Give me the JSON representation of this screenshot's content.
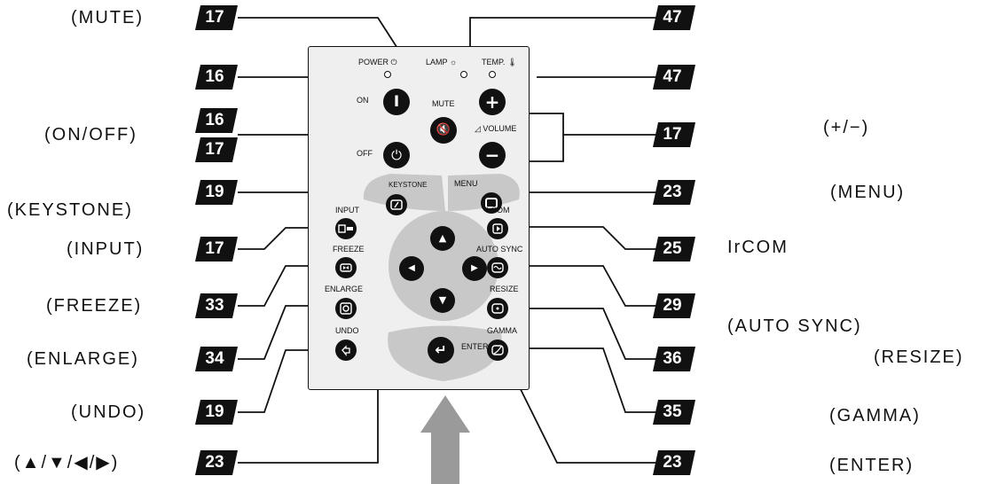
{
  "callouts": {
    "mute": "(MUTE)",
    "on_off": "(ON/OFF)",
    "keystone": "(KEYSTONE)",
    "input": "(INPUT)",
    "freeze": "(FREEZE)",
    "enlarge": "(ENLARGE)",
    "undo": "(UNDO)",
    "arrows": "(▲/▼/◀/▶)",
    "volume": "(+/−)",
    "menu": "(MENU)",
    "ircom": "IrCOM",
    "auto_sync": "(AUTO SYNC)",
    "resize": "(RESIZE)",
    "gamma": "(GAMMA)",
    "enter": "(ENTER)"
  },
  "page_numbers": {
    "mute": "17",
    "power": "16",
    "on_off_1": "16",
    "on_off_2": "17",
    "keystone": "19",
    "input": "17",
    "freeze": "33",
    "enlarge": "34",
    "undo": "19",
    "arrows": "23",
    "lamp": "47",
    "temp": "47",
    "volume": "17",
    "menu": "23",
    "ircom": "25",
    "auto_sync": "29",
    "resize": "36",
    "gamma": "35",
    "enter": "23"
  },
  "remote": {
    "power_label": "POWER ⏻",
    "lamp_label": "LAMP ☼",
    "temp_label": "TEMP. 🌡",
    "on_label": "ON",
    "off_label": "OFF",
    "mute_label": "MUTE",
    "volume_label": "◿ VOLUME",
    "keystone_label": "KEYSTONE",
    "menu_label": "MENU",
    "input_label": "INPUT",
    "ircom_label": "IrCOM",
    "freeze_label": "FREEZE",
    "auto_sync_label": "AUTO SYNC",
    "enlarge_label": "ENLARGE",
    "resize_label": "RESIZE",
    "undo_label": "UNDO",
    "gamma_label": "GAMMA",
    "enter_label": "ENTER",
    "on_glyph": "I",
    "off_glyph": "⏻",
    "mute_glyph": "🔇",
    "vol_up_glyph": "+",
    "vol_down_glyph": "−",
    "up_glyph": "▲",
    "down_glyph": "▼",
    "left_glyph": "◀",
    "right_glyph": "▶",
    "enter_glyph": "↵"
  },
  "colors": {
    "badge": "#111111",
    "pad": "#c8c8c8",
    "body": "#efefef",
    "arrow": "#9a9a9a"
  }
}
